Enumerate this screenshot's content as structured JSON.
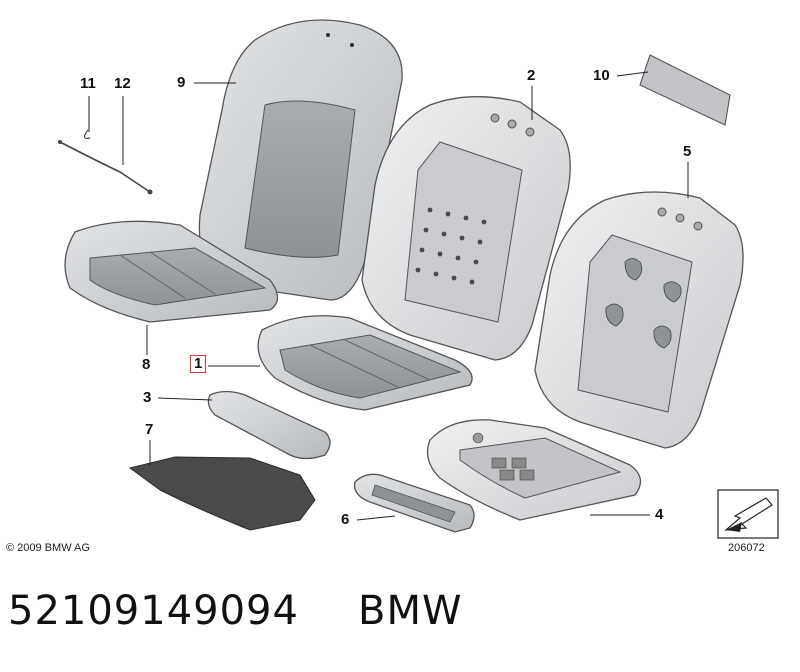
{
  "diagram": {
    "callouts": [
      {
        "id": "1",
        "highlighted": true
      },
      {
        "id": "2"
      },
      {
        "id": "3"
      },
      {
        "id": "4"
      },
      {
        "id": "5"
      },
      {
        "id": "6"
      },
      {
        "id": "7"
      },
      {
        "id": "8"
      },
      {
        "id": "9"
      },
      {
        "id": "10"
      },
      {
        "id": "11"
      },
      {
        "id": "12"
      }
    ],
    "copyright": "© 2009 BMW AG",
    "diagram_id": "206072",
    "highlight_color": "#d9363e",
    "part_fill": "#d4d6d8",
    "icon": "view-direction-arrow-icon"
  },
  "footer": {
    "part_number": "52109149094",
    "brand": "BMW"
  }
}
